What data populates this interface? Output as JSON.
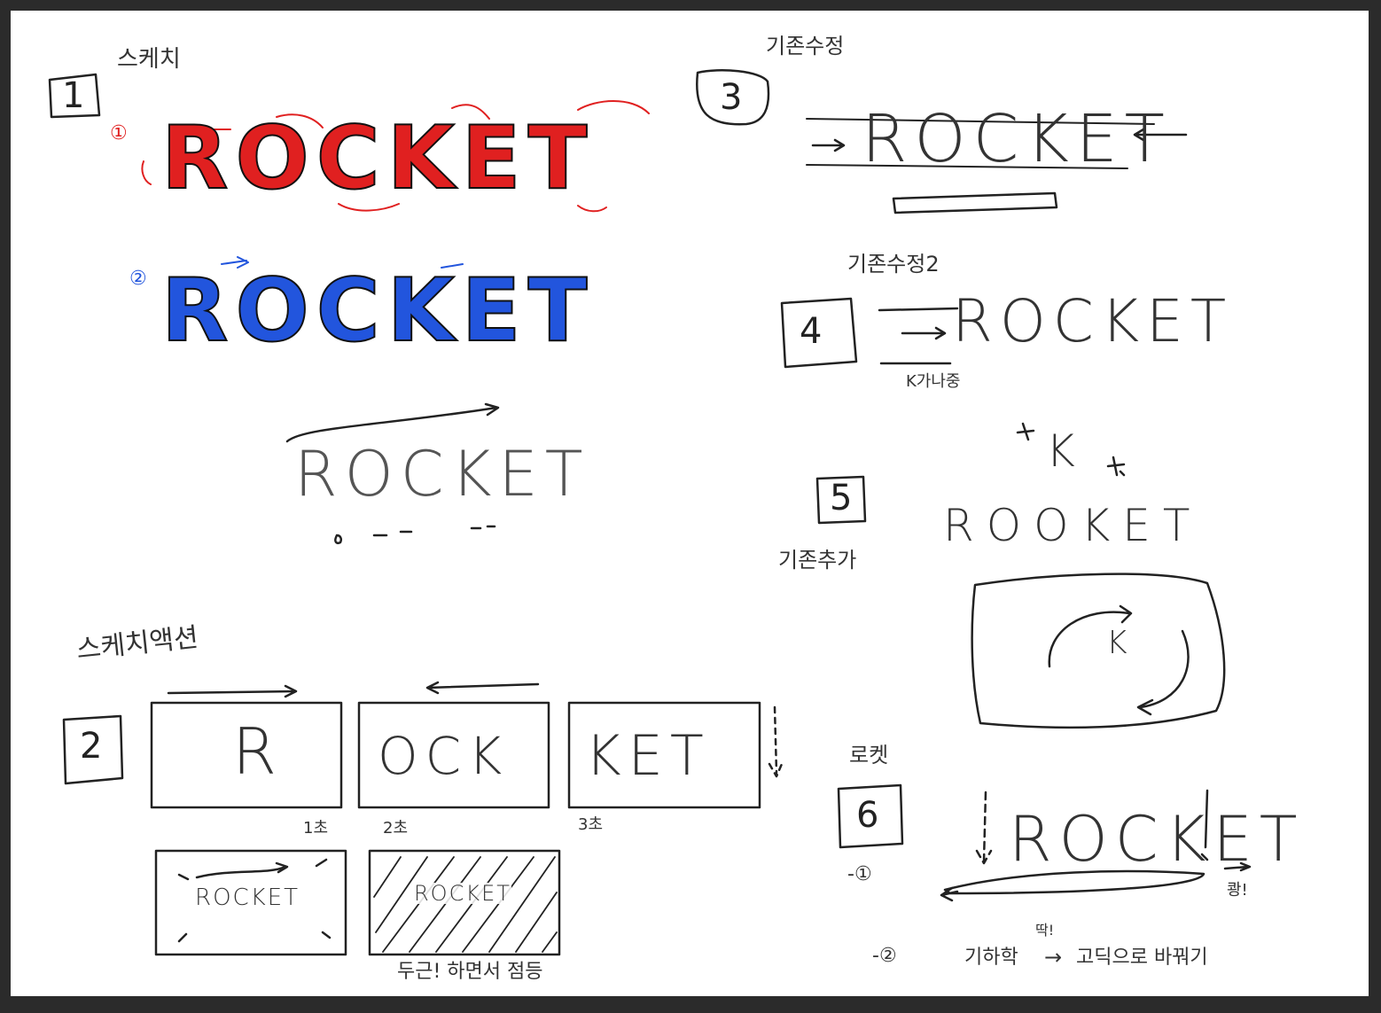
{
  "section1": {
    "number": "1",
    "title": "스케치",
    "variant1": {
      "marker": "①",
      "word": "ROCKET"
    },
    "variant2": {
      "marker": "②",
      "word": "ROCKET"
    },
    "rough_word": "ROCKET"
  },
  "section2": {
    "title": "스케치액션",
    "number": "2",
    "frames": [
      {
        "content": "R",
        "caption": "1초"
      },
      {
        "content": "OCK",
        "caption": "2초"
      },
      {
        "content": "KET",
        "caption": "3초"
      }
    ],
    "frame4": {
      "content": "ROCKET"
    },
    "frame5": {
      "content": "ROCKET"
    },
    "note": "두근! 하면서 점등"
  },
  "section3": {
    "number": "3",
    "title": "기존수정",
    "word": "ROCKET"
  },
  "section4": {
    "number": "4",
    "title": "기존수정2",
    "word": "ROCKET",
    "note": "K가나중"
  },
  "section5": {
    "number": "5",
    "title": "기존추가",
    "word": "ROOKET",
    "k_letter": "K",
    "box_letter": "K"
  },
  "section6": {
    "number": "6",
    "title": "로켓",
    "sub1": "-①",
    "word": "ROCKET",
    "side_note": "쾅!",
    "sub2": "-②",
    "note_a": "기하학",
    "arrow": "→",
    "note_b": "고딕으로 바꿔기",
    "note_top": "딱!"
  },
  "colors": {
    "red": "#e02020",
    "blue": "#2255dd",
    "ink": "#222222",
    "frame": "#2b2b2b"
  }
}
